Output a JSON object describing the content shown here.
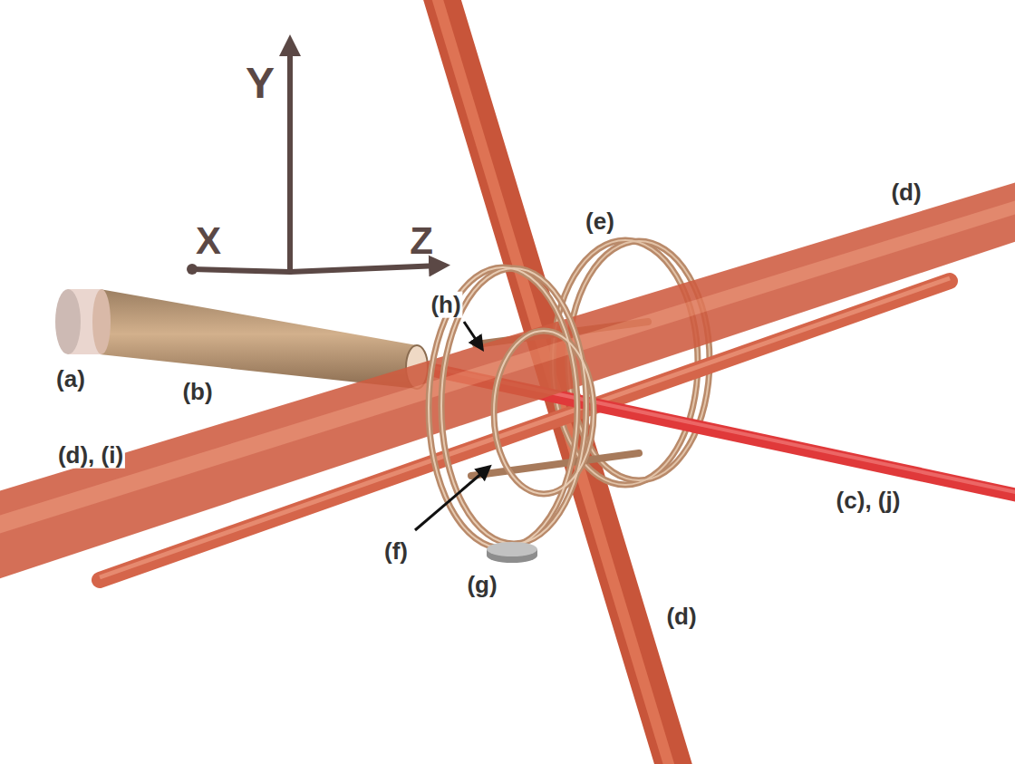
{
  "diagram": {
    "labels": [
      "Y",
      "X",
      "Z",
      "(d)",
      "(e)",
      "(h)",
      "(a)",
      "(b)",
      "(d), (i)",
      "(c), (j)",
      "(f)",
      "(g)",
      "(d)"
    ]
  }
}
